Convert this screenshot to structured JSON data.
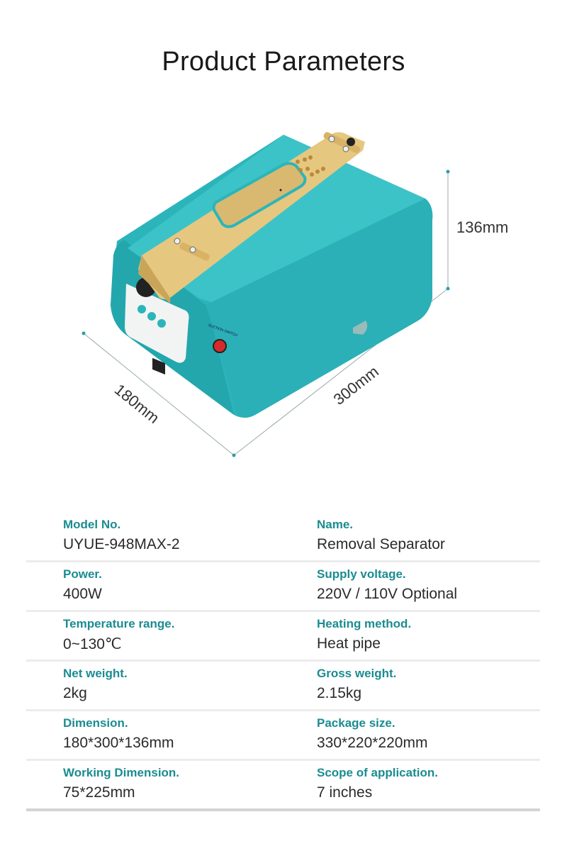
{
  "title": "Product Parameters",
  "product": {
    "panel_text": "SUCTION SWITCH",
    "colors": {
      "body": "#2bb5bb",
      "plate": "#e6c77f",
      "accent": "#1a8c91"
    }
  },
  "dimensions": {
    "height": "136mm",
    "width": "180mm",
    "length": "300mm"
  },
  "specs": [
    [
      {
        "label": "Model No.",
        "value": "UYUE-948MAX-2"
      },
      {
        "label": "Name.",
        "value": "Removal Separator"
      }
    ],
    [
      {
        "label": "Power.",
        "value": "400W"
      },
      {
        "label": "Supply voltage.",
        "value": "220V / 110V Optional"
      }
    ],
    [
      {
        "label": "Temperature range.",
        "value": "0~130℃"
      },
      {
        "label": "Heating method.",
        "value": "Heat pipe"
      }
    ],
    [
      {
        "label": "Net weight.",
        "value": "2kg"
      },
      {
        "label": "Gross weight.",
        "value": "2.15kg"
      }
    ],
    [
      {
        "label": "Dimension.",
        "value": "180*300*136mm"
      },
      {
        "label": "Package size.",
        "value": "330*220*220mm"
      }
    ],
    [
      {
        "label": "Working Dimension.",
        "value": "75*225mm"
      },
      {
        "label": "Scope of application.",
        "value": "7 inches"
      }
    ]
  ]
}
